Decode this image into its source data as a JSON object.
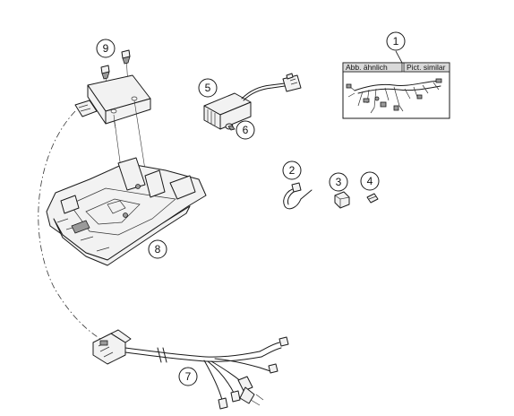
{
  "callouts": [
    {
      "id": "1",
      "label": "1"
    },
    {
      "id": "2",
      "label": "2"
    },
    {
      "id": "3",
      "label": "3"
    },
    {
      "id": "4",
      "label": "4"
    },
    {
      "id": "5",
      "label": "5"
    },
    {
      "id": "6",
      "label": "6"
    },
    {
      "id": "7",
      "label": "7"
    },
    {
      "id": "8",
      "label": "8"
    },
    {
      "id": "9",
      "label": "9"
    }
  ],
  "inset": {
    "label_de": "Abb. ähnlich",
    "label_en": "Pict. similar"
  }
}
